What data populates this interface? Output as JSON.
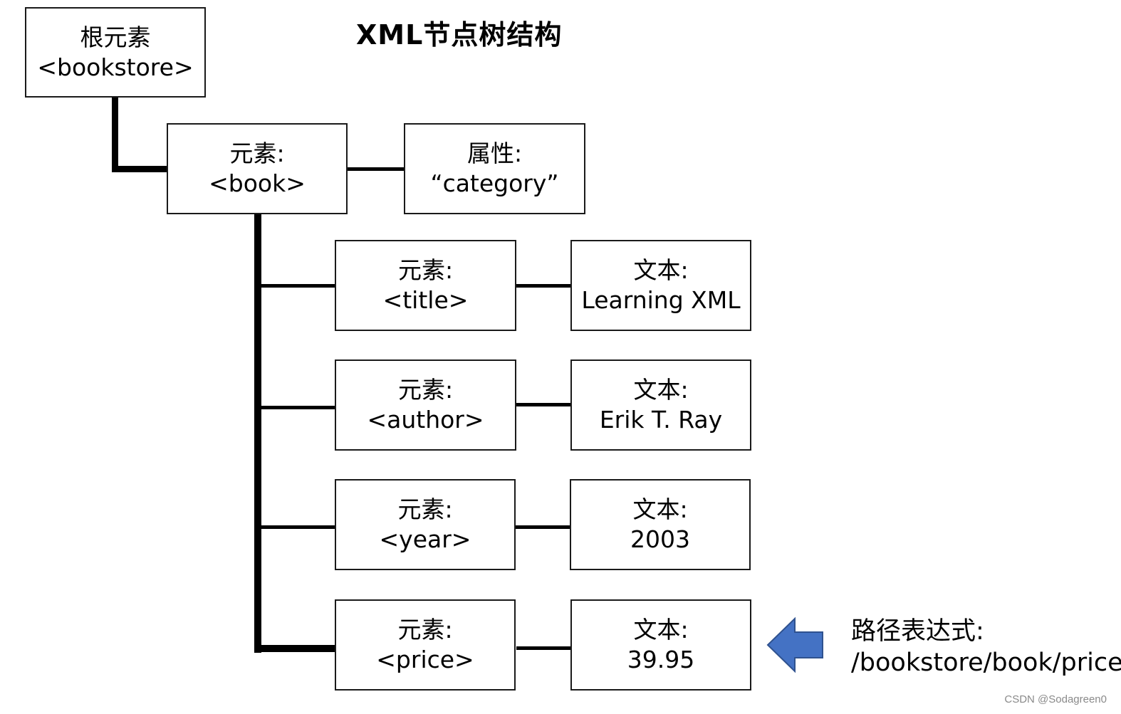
{
  "title": "XML节点树结构",
  "root": {
    "label": "根元素",
    "tag": "<bookstore>"
  },
  "book": {
    "label": "元素:",
    "tag": "<book>"
  },
  "attribute": {
    "label": "属性:",
    "value": "“category”"
  },
  "children": [
    {
      "element_label": "元素:",
      "tag": "<title>",
      "text_label": "文本:",
      "text_value": "Learning XML"
    },
    {
      "element_label": "元素:",
      "tag": "<author>",
      "text_label": "文本:",
      "text_value": "Erik T. Ray"
    },
    {
      "element_label": "元素:",
      "tag": "<year>",
      "text_label": "文本:",
      "text_value": "2003"
    },
    {
      "element_label": "元素:",
      "tag": "<price>",
      "text_label": "文本:",
      "text_value": "39.95"
    }
  ],
  "path_expression": {
    "label": "路径表达式:",
    "value": "/bookstore/book/price"
  },
  "watermark": "CSDN @Sodagreen0",
  "colors": {
    "arrow_fill": "#4472C4",
    "arrow_stroke": "#2F528F",
    "border": "#1a1a1a"
  }
}
